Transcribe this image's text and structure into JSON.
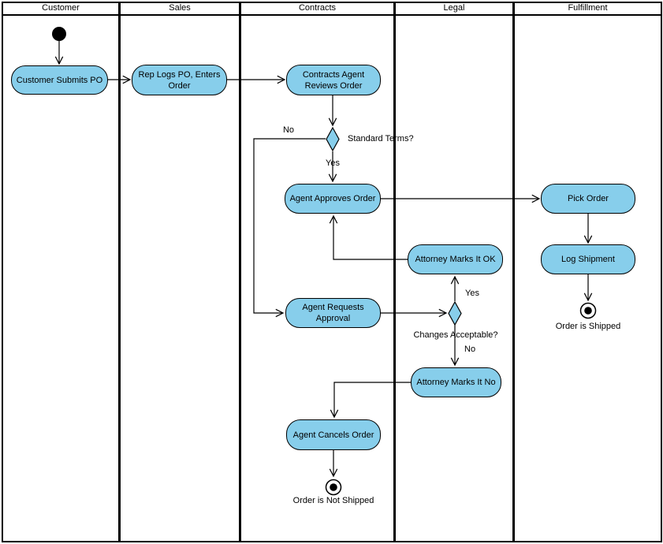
{
  "diagram": {
    "lanes": [
      {
        "label": "Customer"
      },
      {
        "label": "Sales"
      },
      {
        "label": "Contracts"
      },
      {
        "label": "Legal"
      },
      {
        "label": "Fulfillment"
      }
    ],
    "activities": {
      "customer_submits_po": "Customer Submits PO",
      "rep_logs_po": "Rep Logs PO, Enters Order",
      "contracts_agent_reviews": "Contracts Agent Reviews Order",
      "agent_approves_order": "Agent Approves Order",
      "pick_order": "Pick Order",
      "log_shipment": "Log Shipment",
      "attorney_marks_ok": "Attorney Marks It OK",
      "agent_requests_approval": "Agent Requests Approval",
      "attorney_marks_no": "Attorney Marks It No",
      "agent_cancels_order": "Agent Cancels Order"
    },
    "decisions": {
      "standard_terms": "Standard Terms?",
      "changes_acceptable": "Changes Acceptable?"
    },
    "edge_labels": {
      "standard_terms_no": "No",
      "standard_terms_yes": "Yes",
      "changes_acceptable_yes": "Yes",
      "changes_acceptable_no": "No"
    },
    "terminators": {
      "order_shipped": "Order is Shipped",
      "order_not_shipped": "Order is Not Shipped"
    },
    "colors": {
      "activity_fill": "#87CEEB",
      "line": "#000000"
    }
  }
}
